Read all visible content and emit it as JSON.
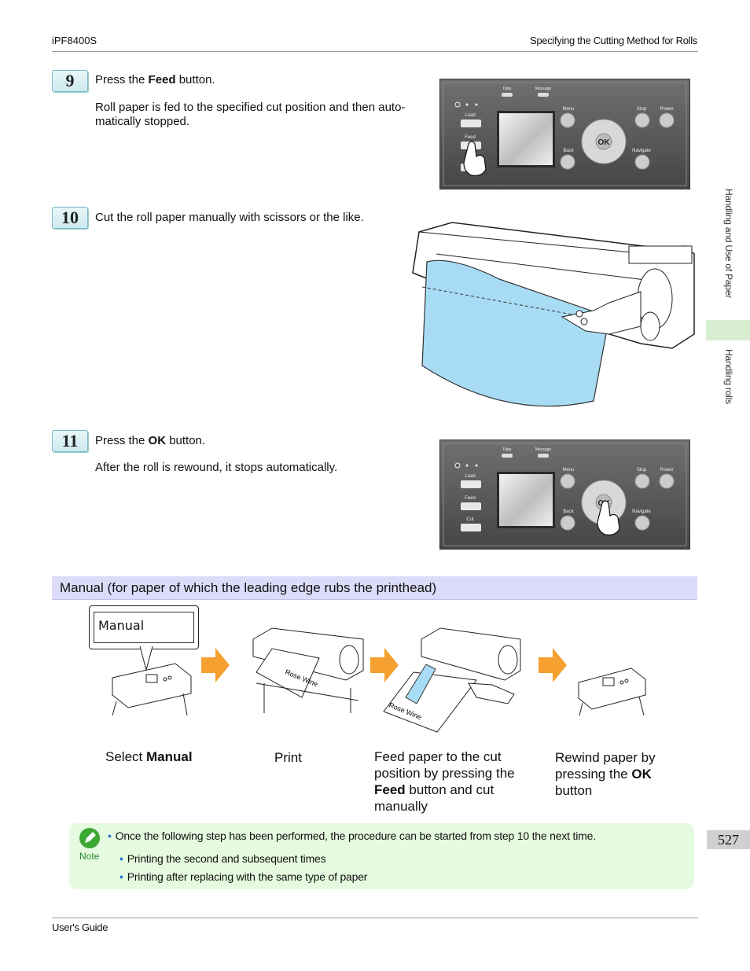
{
  "header": {
    "model": "iPF8400S",
    "chapter_title": "Specifying the Cutting Method for Rolls"
  },
  "side": {
    "chapter": "Handling and Use of Paper",
    "section": "Handling rolls"
  },
  "steps": [
    {
      "num": "9",
      "line1_pre": "Press the ",
      "line1_bold": "Feed",
      "line1_post": " button.",
      "line2": "Roll paper is fed to the specified cut position and then auto-",
      "line3": "matically stopped."
    },
    {
      "num": "10",
      "line1": "Cut the roll paper manually with scissors or the like."
    },
    {
      "num": "11",
      "line1_pre": "Press the ",
      "line1_bold": "OK",
      "line1_post": " button.",
      "line2": "After the roll is rewound, it stops automatically."
    }
  ],
  "panel": {
    "data": "Data",
    "message": "Message",
    "load": "Load",
    "feed": "Feed",
    "cut": "Cut",
    "menu": "Menu",
    "back": "Back",
    "stop": "Stop",
    "power": "Power",
    "navigate": "Navigate",
    "ok": "OK"
  },
  "section_title": "Manual (for paper of which the leading edge rubs the printhead)",
  "flow": {
    "callout": "Manual",
    "paper_label": "Rose Wine",
    "captions": [
      {
        "pre": "Select ",
        "bold": "Manual"
      },
      {
        "text": "Print"
      },
      {
        "l1": "Feed paper to the cut",
        "l2": "position by pressing the",
        "l3_bold": "Feed",
        "l3_post": " button and cut",
        "l4": "manually"
      },
      {
        "l1": "Rewind paper by",
        "l2_pre": "pressing the ",
        "l2_bold": "OK",
        "l3": "button"
      }
    ]
  },
  "note": {
    "label": "Note",
    "main": "Once the following step has been performed, the procedure can be started from step 10 the next time.",
    "items": [
      "Printing the second and subsequent times",
      "Printing after replacing with the same type of paper"
    ]
  },
  "footer": {
    "guide": "User's Guide",
    "page": "527"
  },
  "colors": {
    "step_badge": "#cdeaf0",
    "section_bar": "#dcdcfa",
    "note_bg": "#e5fbe0",
    "side_tab": "#d7efd0",
    "arrow": "#f5a030",
    "paper": "#a8dcf5"
  }
}
